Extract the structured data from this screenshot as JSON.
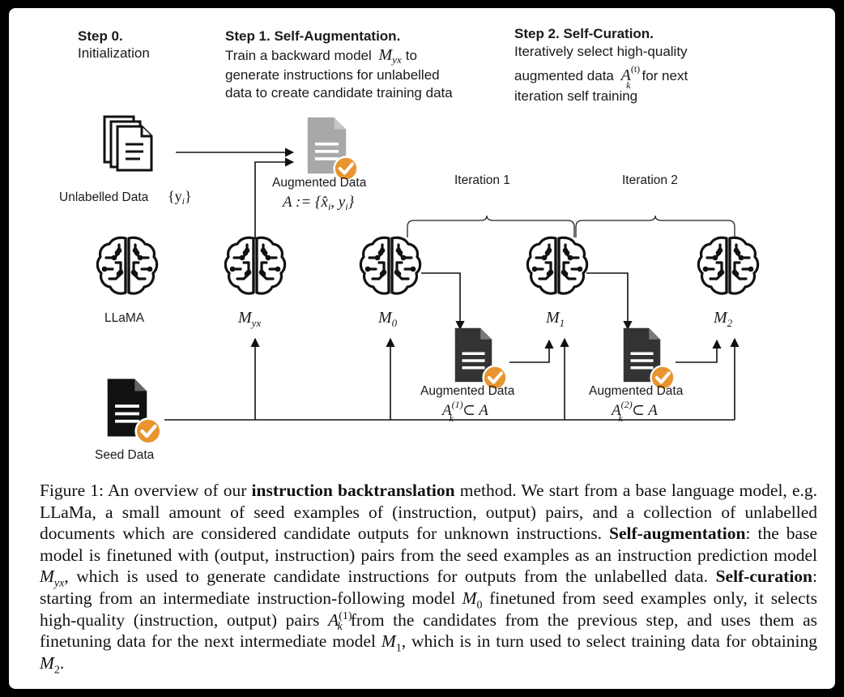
{
  "steps": {
    "step0": {
      "title": "Step 0.",
      "lines": [
        "Initialization"
      ]
    },
    "step1": {
      "title": "Step 1. Self-Augmentation.",
      "line1_pre": "Train a backward model",
      "line1_math": "M",
      "line1_sub": "yx",
      "line1_post": "to",
      "line2": "generate instructions for unlabelled",
      "line3": "data to create candidate training data"
    },
    "step2": {
      "title": "Step 2. Self-Curation.",
      "line1": "Iteratively select high-quality",
      "line2_pre": "augmented data",
      "line2_math": "A",
      "line2_sup": "(t)",
      "line2_sub": "k",
      "line2_post": "for next",
      "line3": "iteration self training"
    }
  },
  "nodes": {
    "unlabelled": {
      "label": "Unlabelled Data",
      "math": "{y",
      "sub": "i",
      "close": "}"
    },
    "augmented_top": {
      "label": "Augmented Data",
      "math": "A := {x̂",
      "sub1": "i",
      "mid": ", y",
      "sub2": "i",
      "close": "}"
    },
    "llama": {
      "label": "LLaMA"
    },
    "myx": {
      "math": "M",
      "sub": "yx"
    },
    "m0": {
      "math": "M",
      "sub": "0"
    },
    "m1": {
      "math": "M",
      "sub": "1"
    },
    "m2": {
      "math": "M",
      "sub": "2"
    },
    "seed": {
      "label": "Seed Data"
    },
    "aug1": {
      "label": "Augmented Data",
      "math": "A",
      "sup": "(1)",
      "sub": "k",
      "rest": "⊂ A"
    },
    "aug2": {
      "label": "Augmented Data",
      "math": "A",
      "sup": "(2)",
      "sub": "k",
      "rest": "⊂ A"
    }
  },
  "iterations": [
    "Iteration 1",
    "Iteration 2"
  ],
  "caption": {
    "figure_label": "Figure 1:",
    "s1": "An overview of our",
    "b1": "instruction backtranslation",
    "s2": "method. We start from a base language model, e.g. LLaMa, a small amount of seed examples of (instruction, output) pairs, and a collection of unlabelled documents which are considered candidate outputs for unknown instructions.",
    "b2": "Self-augmentation",
    "s3": ": the base model is finetuned with (output, instruction) pairs from the seed examples as an instruction prediction model",
    "m1": "M",
    "m1_sub": "yx",
    "s4": ", which is used to generate candidate instructions for outputs from the unlabelled data.",
    "b3": "Self-curation",
    "s5": ": starting from an intermediate instruction-following model",
    "m2": "M",
    "m2_sub": "0",
    "s6": "finetuned from seed examples only, it selects high-quality (instruction, output) pairs",
    "m3": "A",
    "m3_sup": "(1)",
    "m3_sub": "k",
    "s7": "from the candidates from the previous step, and uses them as finetuning data for the next intermediate model",
    "m4": "M",
    "m4_sub": "1",
    "s8": ", which is in turn used to select training data for obtaining",
    "m5": "M",
    "m5_sub": "2",
    "s9": "."
  },
  "colors": {
    "background": "#000000",
    "card": "#ffffff",
    "check_badge": "#e8952f",
    "doc_light": "#a8a8a8",
    "doc_dark": "#333333",
    "ink": "#111111"
  },
  "icons": [
    "documents-stack-icon",
    "document-check-icon",
    "brain-circuit-icon",
    "check-badge-icon"
  ]
}
